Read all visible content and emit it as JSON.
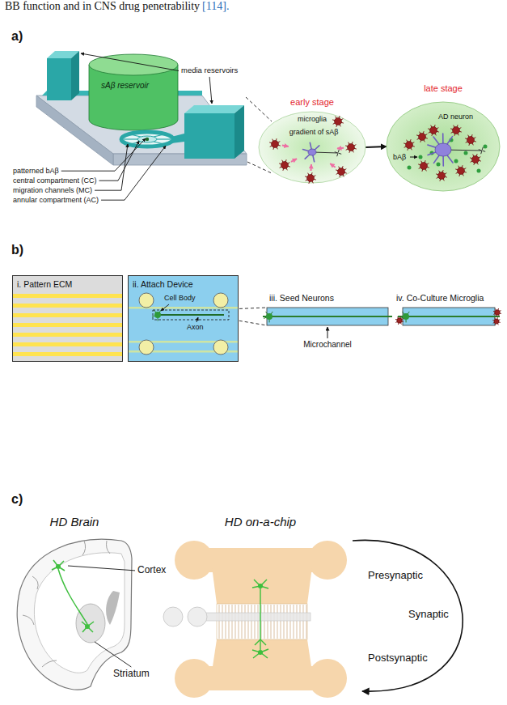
{
  "diagram": {
    "nodes": [
      {
        "text": [
          "early stage",
          "microglia",
          "gradient of sAβ"
        ]
      },
      {
        "text": [
          "late stage",
          "AD neuron",
          "bAβ"
        ]
      },
      {
        "text": [
          "i. Pattern ECM"
        ]
      },
      {
        "text": [
          "ii. Attach Device",
          "Cell Body",
          "Axon"
        ]
      },
      {
        "text": [
          "iii. Seed Neurons",
          "Microchannel"
        ]
      },
      {
        "text": [
          "iv. Co-Culture Microglia"
        ]
      }
    ],
    "edges": [
      {
        "from": 0,
        "to": 1,
        "arrow": "to"
      }
    ],
    "labels": [
      "BB function and in CNS drug penetrability",
      "[114].",
      "a)",
      "media reservoirs",
      "sAβ reservoir",
      "patterned bAβ",
      "central compartment (CC)",
      "migration channels (MC)",
      "annular compartment (AC)",
      "b)",
      "c)",
      "HD Brain",
      "Cortex",
      "Striatum",
      "HD on-a-chip",
      "Presynaptic",
      "Synaptic",
      "Postsynaptic"
    ]
  }
}
